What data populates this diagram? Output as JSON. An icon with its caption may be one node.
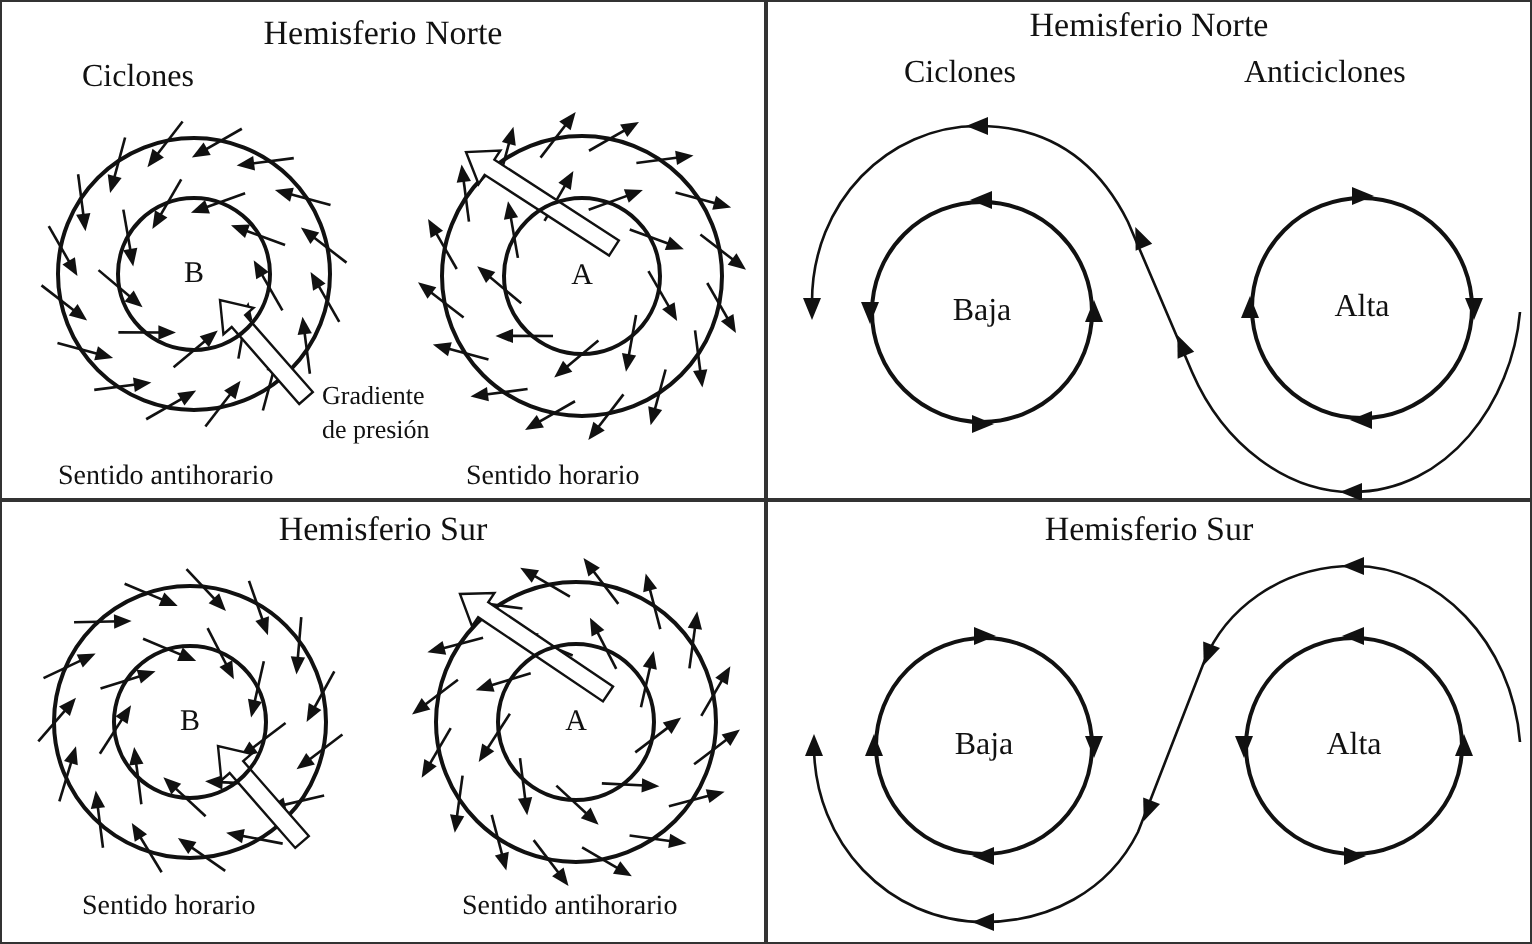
{
  "diagram": {
    "nodes": [
      {
        "text": [
          "Hemisferio Norte"
        ]
      },
      {
        "text": [
          "B"
        ],
        "in": 0
      },
      {
        "text": [
          "A"
        ],
        "in": 0
      },
      {
        "text": [
          "Hemisferio Norte"
        ]
      },
      {
        "text": [
          "Baja"
        ],
        "in": 3
      },
      {
        "text": [
          "Alta"
        ],
        "in": 3
      },
      {
        "text": [
          "Hemisferio Sur"
        ]
      },
      {
        "text": [
          "B"
        ],
        "in": 6
      },
      {
        "text": [
          "A"
        ],
        "in": 6
      },
      {
        "text": [
          "Hemisferio Sur"
        ]
      },
      {
        "text": [
          "Baja"
        ],
        "in": 9
      },
      {
        "text": [
          "Alta"
        ],
        "in": 9
      }
    ],
    "labels": [
      "Ciclones",
      "Ciclones",
      "Anticiclones",
      "Gradiente de presión",
      "Sentido antihorario",
      "Sentido horario",
      "Sentido horario",
      "Sentido antihorario"
    ]
  }
}
